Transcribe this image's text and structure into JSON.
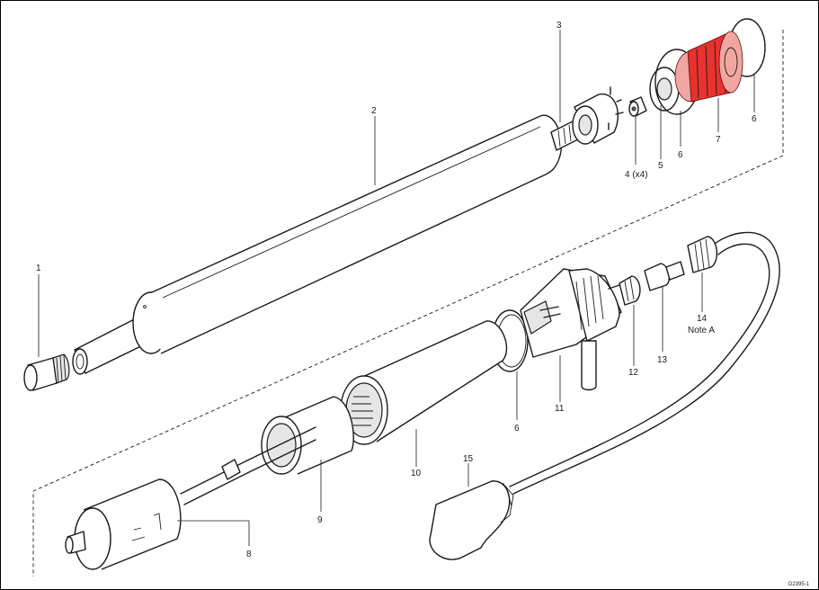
{
  "callouts": {
    "c1": "1",
    "c2": "2",
    "c3": "3",
    "c4": "4 (x4)",
    "c5": "5",
    "c6a": "6",
    "c7": "7",
    "c6b": "6",
    "c6c": "6",
    "c8": "8",
    "c9": "9",
    "c10": "10",
    "c11": "11",
    "c12": "12",
    "c13": "13",
    "c14": "14",
    "c14_note": "Note A",
    "c15": "15"
  },
  "drawing_id": "D2395-1",
  "colors": {
    "highlight": "#e8322e",
    "line": "#1a1a1a",
    "background": "#ffffff"
  }
}
